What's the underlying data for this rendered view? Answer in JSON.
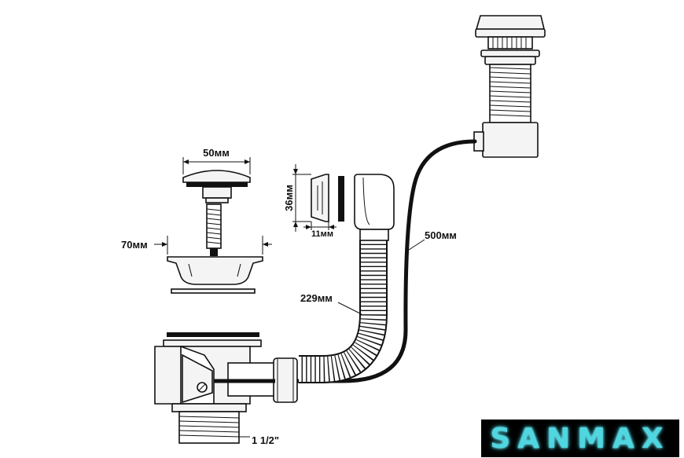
{
  "dimensions": {
    "cap_width": "50мм",
    "flange_width": "70мм",
    "overflow_height": "36мм",
    "overflow_depth": "11мм",
    "hose_length": "229мм",
    "cable_length": "500мм",
    "thread_size": "1 1/2\""
  },
  "brand": {
    "logo_text": "SANMAX",
    "logo_color": "#4fd6e0"
  }
}
